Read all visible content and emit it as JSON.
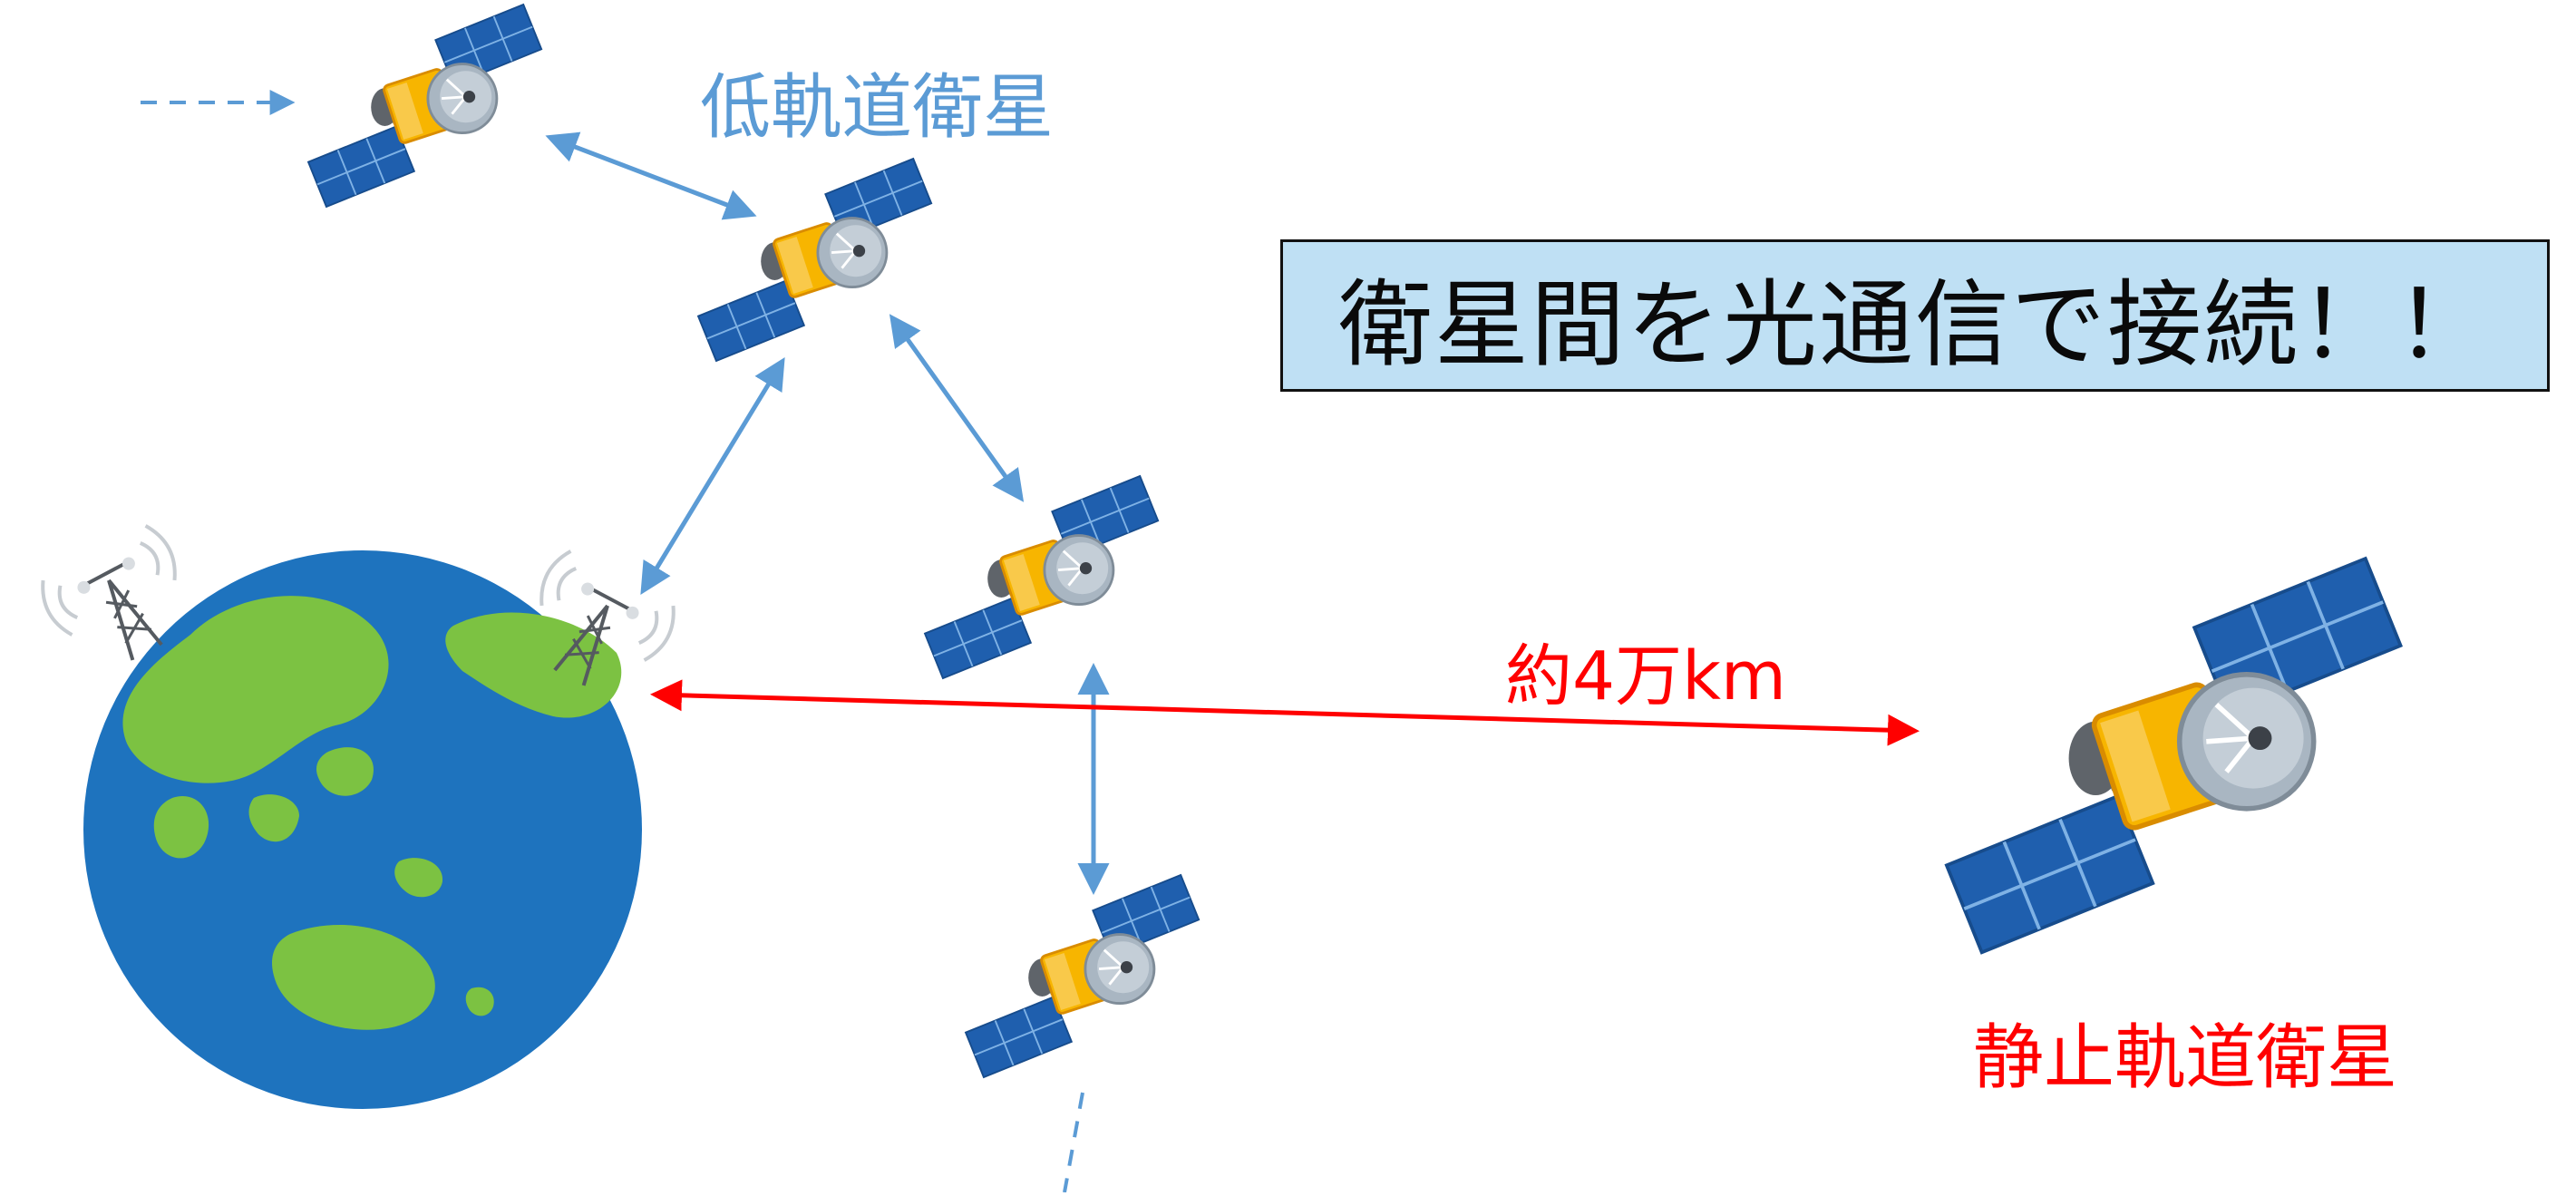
{
  "headline": "衛星間を光通信で接続！！",
  "labels": {
    "low_orbit": "低軌道衛星",
    "distance": "約4万km",
    "geostationary": "静止軌道衛星"
  },
  "colors": {
    "link_arrow": "#5b9bd5",
    "distance_arrow": "#ff0000",
    "headline_fill": "#bfe0f4",
    "ocean": "#1e73be",
    "land": "#7cc242",
    "solar_panel": "#1f5fae",
    "satellite_body": "#f7b500",
    "dish": "#a9b6c2"
  },
  "icons": [
    "satellite-icon",
    "earth-icon",
    "antenna-tower-icon",
    "arrow-icon"
  ]
}
